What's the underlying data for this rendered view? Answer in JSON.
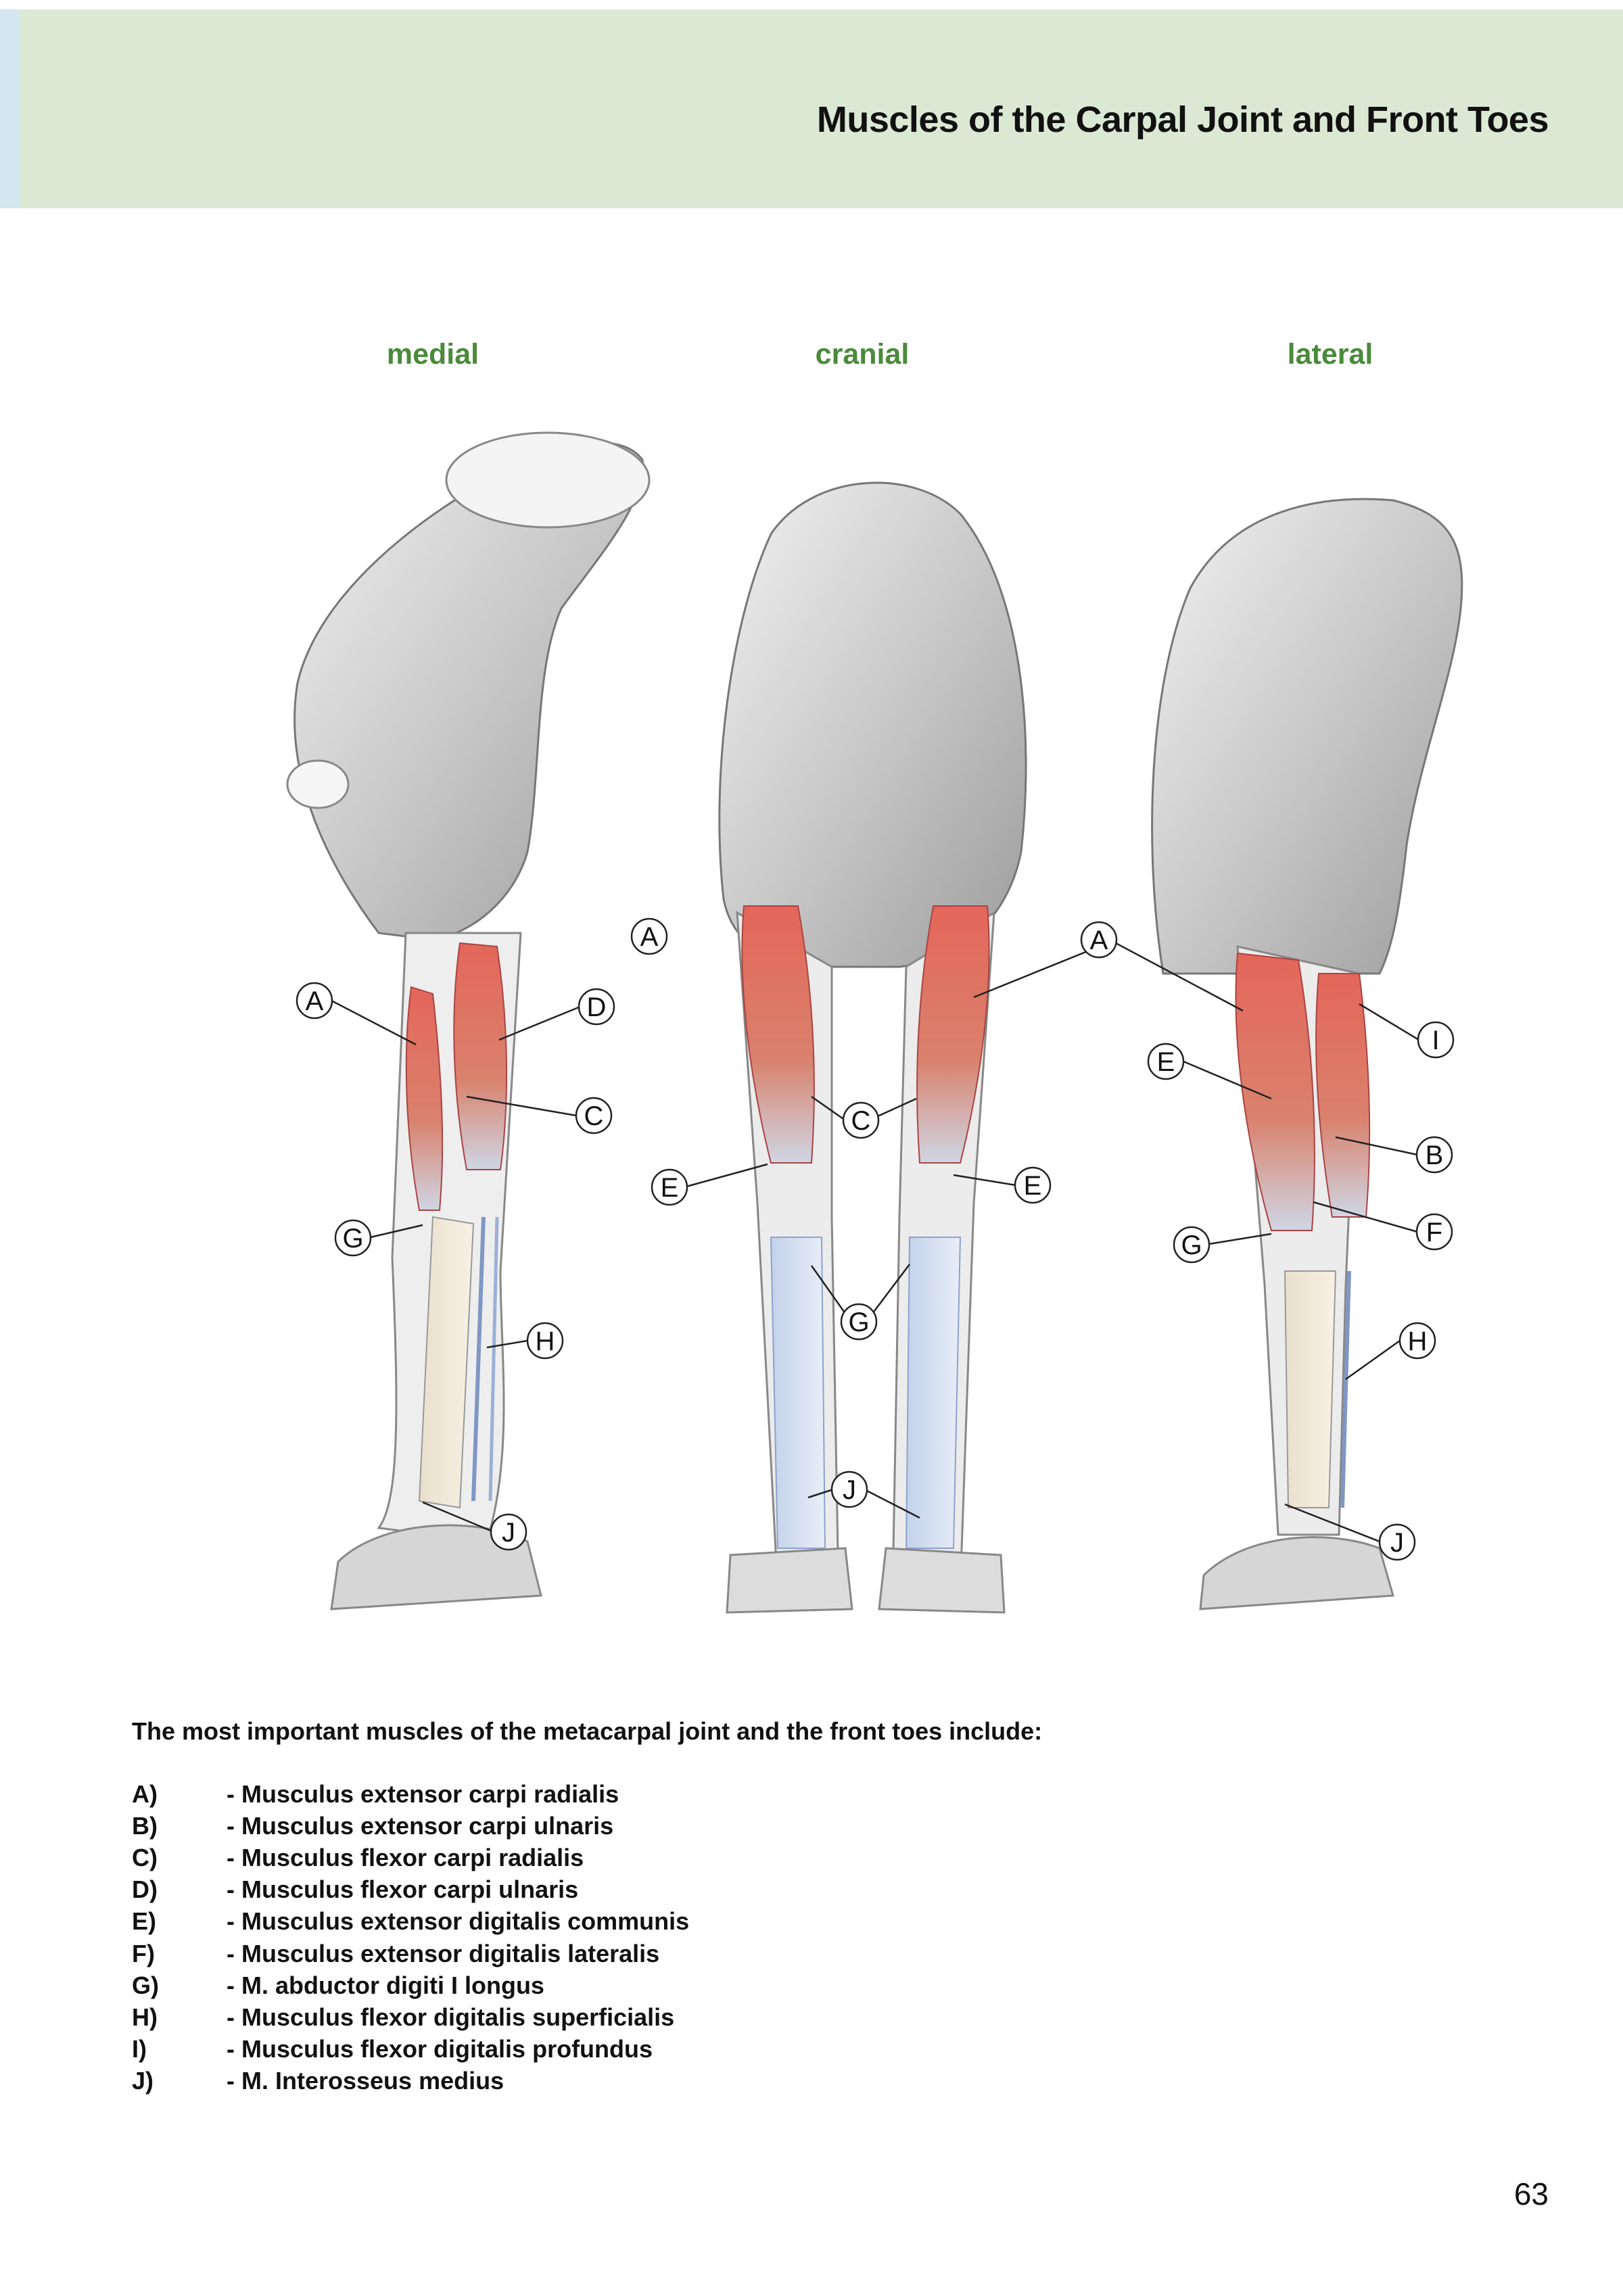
{
  "header": {
    "title": "Muscles of the Carpal Joint and Front Toes"
  },
  "views": [
    {
      "id": "medial",
      "label": "medial"
    },
    {
      "id": "cranial",
      "label": "cranial"
    },
    {
      "id": "lateral",
      "label": "lateral"
    }
  ],
  "callouts": {
    "medial": [
      "A",
      "D",
      "C",
      "G",
      "H",
      "J"
    ],
    "cranial": [
      "A",
      "C",
      "E",
      "E",
      "G",
      "J"
    ],
    "lateral": [
      "A",
      "E",
      "I",
      "B",
      "F",
      "G",
      "H",
      "J"
    ]
  },
  "intro": "The most important muscles of the metacarpal joint and the front toes include:",
  "legend": [
    {
      "key": "A)",
      "text": "- Musculus extensor carpi radialis"
    },
    {
      "key": "B)",
      "text": "- Musculus extensor carpi ulnaris"
    },
    {
      "key": "C)",
      "text": "- Musculus flexor carpi radialis"
    },
    {
      "key": "D)",
      "text": "- Musculus flexor carpi ulnaris"
    },
    {
      "key": "E)",
      "text": "- Musculus extensor digitalis communis"
    },
    {
      "key": "F)",
      "text": "- Musculus extensor digitalis lateralis"
    },
    {
      "key": "G)",
      "text": "- M. abductor digiti I longus"
    },
    {
      "key": "H)",
      "text": "- Musculus flexor digitalis superficialis"
    },
    {
      "key": "I)",
      "text": "- Musculus flexor digitalis profundus"
    },
    {
      "key": "J)",
      "text": "- M. Interosseus medius"
    }
  ],
  "page": {
    "number": "63"
  }
}
